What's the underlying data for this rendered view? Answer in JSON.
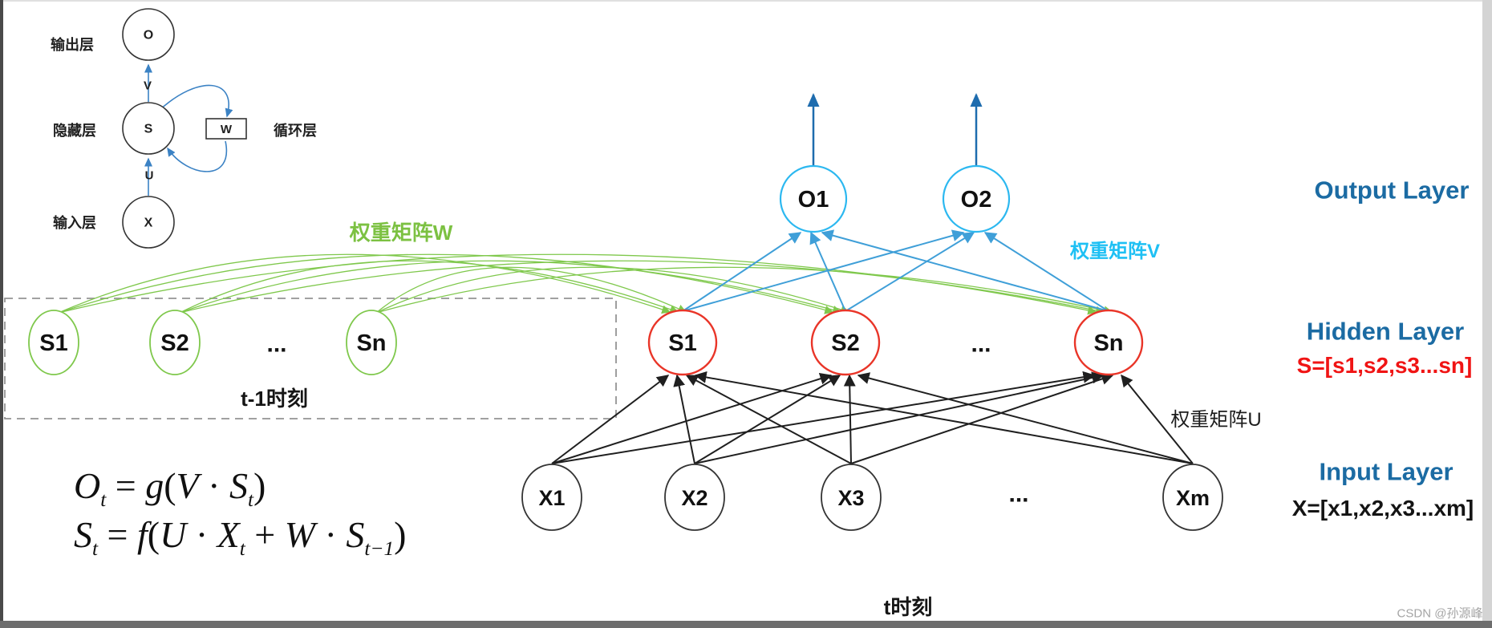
{
  "mini": {
    "layer_labels": {
      "output": "输出层",
      "hidden": "隐藏层",
      "input": "输入层",
      "recurrent": "循环层"
    },
    "edge_labels": {
      "v": "V",
      "u": "U"
    },
    "node_labels": {
      "o": "O",
      "s": "S",
      "x": "X"
    },
    "w_box_label": "W"
  },
  "network": {
    "prev_hidden": {
      "labels": [
        "S1",
        "S2",
        "Sn"
      ],
      "dots": "...",
      "time_label": "t-1时刻"
    },
    "hidden": {
      "labels": [
        "S1",
        "S2",
        "Sn"
      ],
      "dots": "..."
    },
    "output": {
      "labels": [
        "O1",
        "O2"
      ]
    },
    "input": {
      "labels": [
        "X1",
        "X2",
        "X3",
        "Xm"
      ],
      "dots": "...",
      "time_label": "t时刻"
    },
    "weight_labels": {
      "w": "权重矩阵W",
      "v": "权重矩阵V",
      "u": "权重矩阵U"
    }
  },
  "side": {
    "output_layer": "Output Layer",
    "hidden_layer": "Hidden Layer",
    "hidden_vector": "S=[s1,s2,s3...sn]",
    "input_layer": "Input Layer",
    "input_vector": "X=[x1,x2,x3...xm]"
  },
  "formulas": {
    "f1_parts": [
      {
        "t": "O",
        "v": 1
      },
      {
        "t": "t",
        "s": 1
      },
      {
        "t": " = "
      },
      {
        "t": "g",
        "v": 1
      },
      {
        "t": "("
      },
      {
        "t": "V",
        "v": 1
      },
      {
        "t": " · "
      },
      {
        "t": "S",
        "v": 1
      },
      {
        "t": "t",
        "s": 1
      },
      {
        "t": ")"
      }
    ],
    "f2_parts": [
      {
        "t": "S",
        "v": 1
      },
      {
        "t": "t",
        "s": 1
      },
      {
        "t": " = "
      },
      {
        "t": "f",
        "v": 1
      },
      {
        "t": "("
      },
      {
        "t": "U",
        "v": 1
      },
      {
        "t": " · "
      },
      {
        "t": "X",
        "v": 1
      },
      {
        "t": "t",
        "s": 1
      },
      {
        "t": " + "
      },
      {
        "t": "W",
        "v": 1
      },
      {
        "t": " · "
      },
      {
        "t": "S",
        "v": 1
      },
      {
        "t": "t−1",
        "s": 1
      },
      {
        "t": ")"
      }
    ]
  },
  "watermark": "CSDN @孙源峰",
  "colors": {
    "green": "#7fc84c",
    "green_label": "#7cc142",
    "red": "#e93528",
    "red_vector": "#f01414",
    "cyan": "#2cb8f0",
    "cyan_label": "#1ec0f4",
    "line_blue": "#3f9fd8",
    "arrow_dark_blue": "#1e6cae",
    "mini_blue": "#3b82c4",
    "label_blue": "#1b6ba3",
    "black": "#1f1f1f",
    "node_stroke": "#343434"
  }
}
